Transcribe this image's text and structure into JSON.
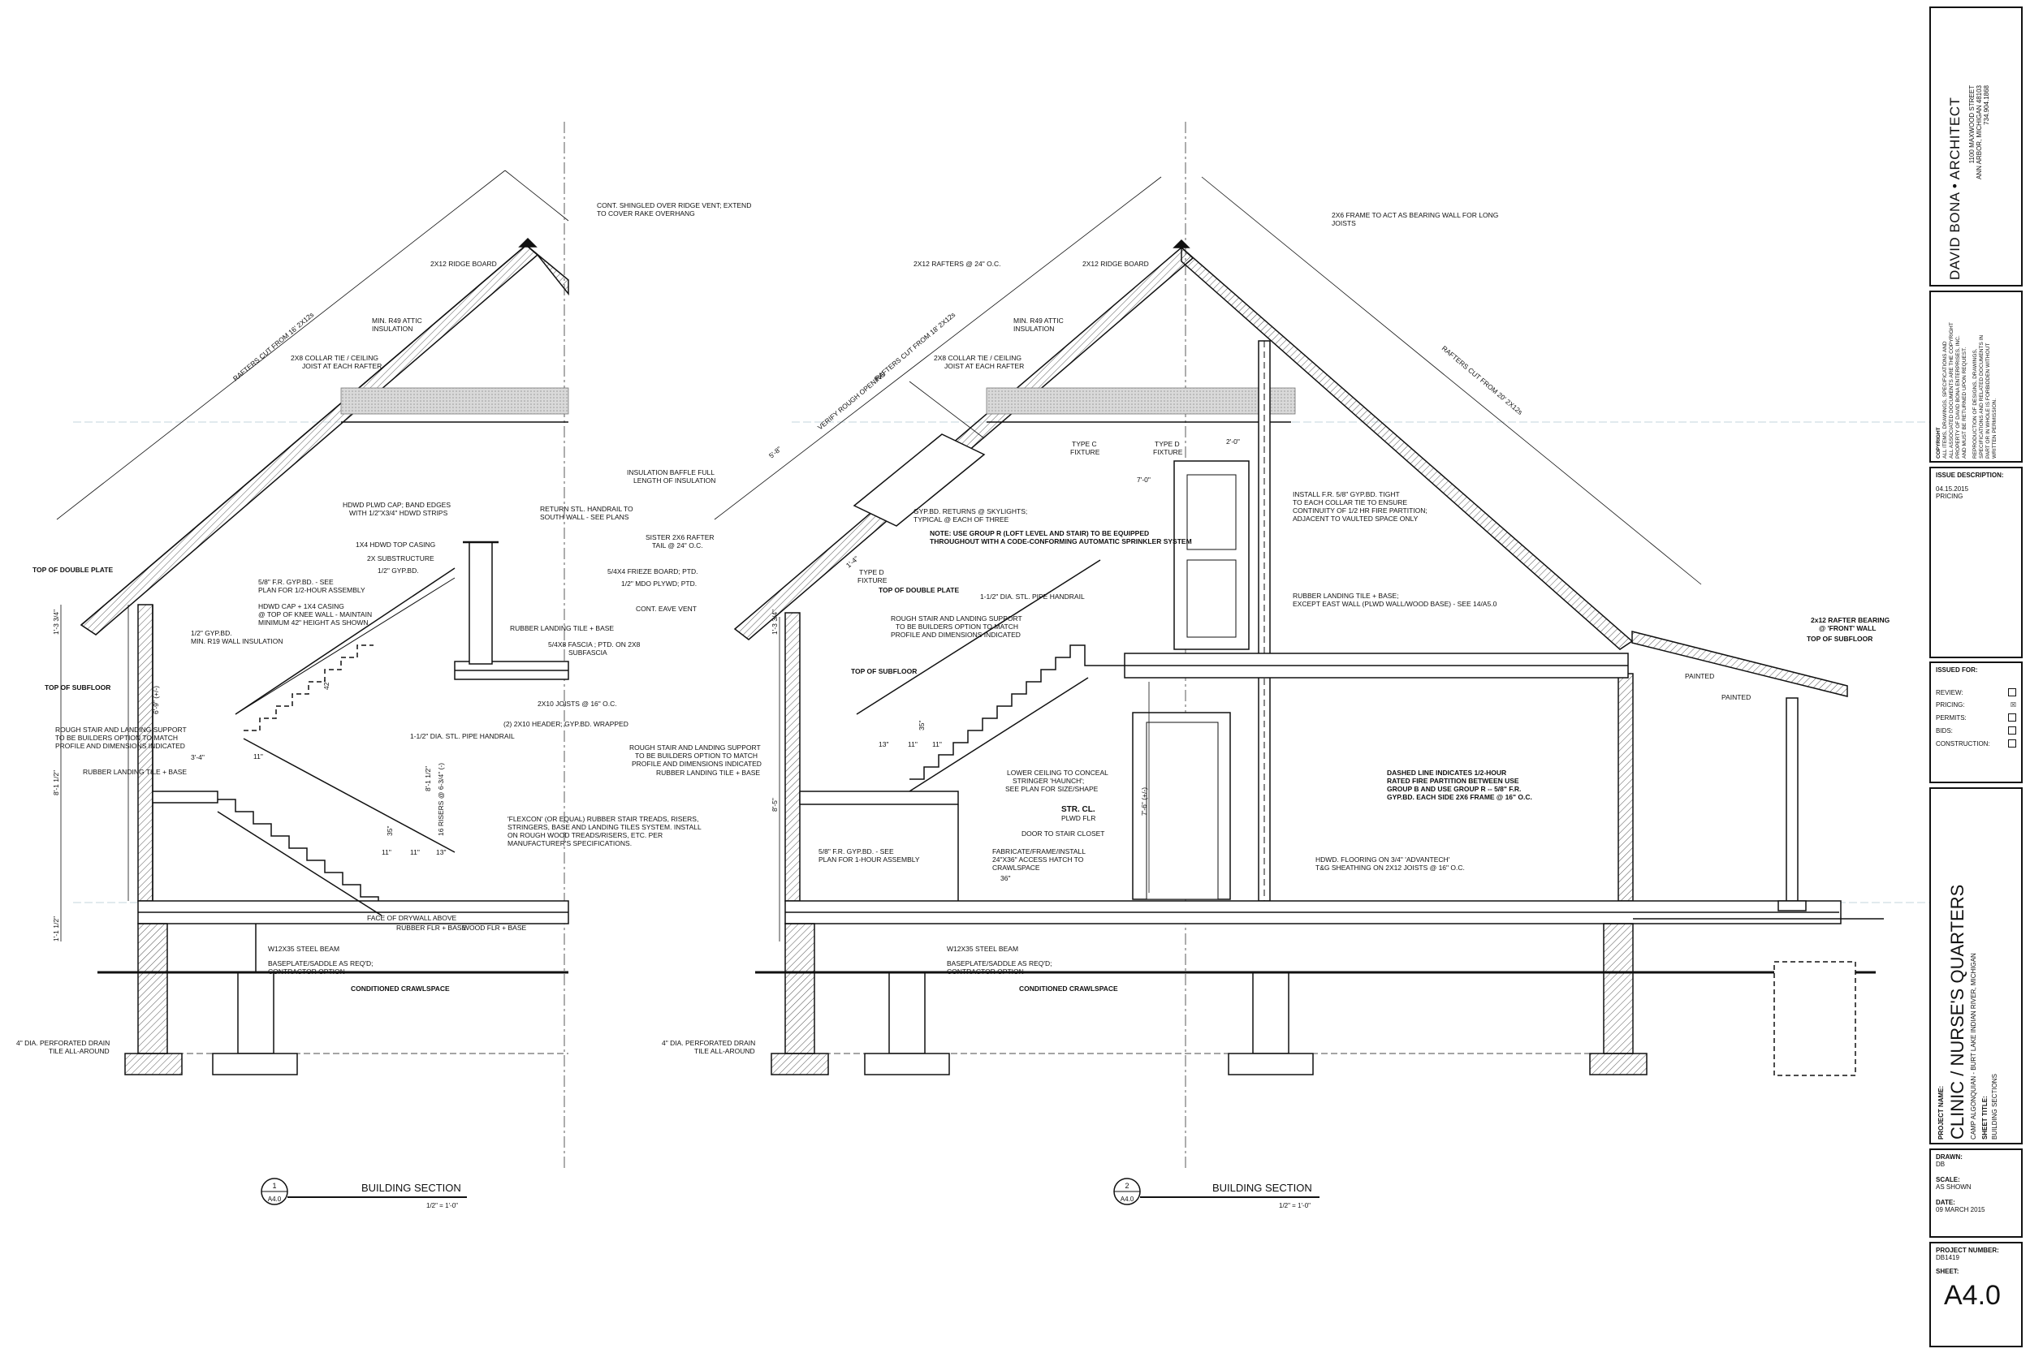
{
  "architect": {
    "name": "DAVID BONA • ARCHITECT",
    "street": "1100 MAXWOOD STREET",
    "city": "ANN ARBOR, MICHIGAN  48103",
    "phone": "734.904.1868"
  },
  "copyright": {
    "heading": "COPYRIGHT",
    "lines": [
      "ALL ITEMS, DRAWINGS, SPECIFICATIONS AND",
      "ALL ASSOCIATED DOCUMENTS ARE THE COPYRIGHT",
      "PROPERTY OF DAVID BONA ENTERPRISES, INC.",
      "AND MUST BE RETURNED UPON REQUEST.",
      "REPRODUCTION OF DESIGNS, DRAWINGS,",
      "SPECIFICATIONS AND RELATED DOCUMENTS IN",
      "PART OR IN WHOLE IS FORBIDDEN WITHOUT",
      "WRITTEN PERMISSION."
    ]
  },
  "issue": {
    "heading": "ISSUE DESCRIPTION:",
    "date": "04.15.2015",
    "desc": "PRICING"
  },
  "issued_for": {
    "heading": "ISSUED FOR:",
    "items": [
      {
        "label": "REVIEW:",
        "mark": ""
      },
      {
        "label": "PRICING:",
        "mark": "☒"
      },
      {
        "label": "PERMITS:",
        "mark": ""
      },
      {
        "label": "BIDS:",
        "mark": ""
      },
      {
        "label": "CONSTRUCTION:",
        "mark": ""
      }
    ]
  },
  "project": {
    "name_label": "PROJECT NAME:",
    "name": "CLINIC / NURSE'S QUARTERS",
    "location": "CAMP ALGONQUIAN - BURT LAKE   INDIAN RIVER, MICHIGAN",
    "sheet_title_label": "SHEET TITLE:",
    "sheet_title": "BUILDING SECTIONS"
  },
  "info": {
    "drawn_label": "DRAWN:",
    "drawn": "DB",
    "scale_label": "SCALE:",
    "scale": "AS SHOWN",
    "date_label": "DATE:",
    "date": "09 MARCH 2015"
  },
  "sheet_info": {
    "number_label": "PROJECT NUMBER:",
    "number": "DB1419",
    "sheet_label": "SHEET:",
    "sheet": "A4.0"
  },
  "sections": [
    {
      "num": "1",
      "ref": "A4.0",
      "title": "BUILDING SECTION",
      "scale": "1/2\" = 1'-0\""
    },
    {
      "num": "2",
      "ref": "A4.0",
      "title": "BUILDING SECTION",
      "scale": "1/2\" = 1'-0\""
    }
  ],
  "section1": {
    "ridge_note": [
      "CONT. SHINGLED OVER RIDGE VENT; EXTEND",
      "TO COVER RAKE OVERHANG"
    ],
    "ridge_board": "2X12 RIDGE BOARD",
    "rafters": "RAFTERS CUT FROM 16' 2X12s",
    "insulation": [
      "MIN. R49 ATTIC",
      "INSULATION"
    ],
    "collar": [
      "2X8 COLLAR TIE / CEILING",
      "JOIST AT EACH RAFTER"
    ],
    "hdwd_cap": [
      "HDWD PLWD CAP; BAND EDGES",
      "WITH 1/2\"X3/4\" HDWD STRIPS"
    ],
    "return_rail": [
      "RETURN STL. HANDRAIL TO",
      "SOUTH WALL - SEE PLANS"
    ],
    "casing": "1X4 HDWD TOP CASING",
    "substructure": "2X SUBSTRUCTURE",
    "gypbd": "1/2\" GYP.BD.",
    "top_double_plate": "TOP OF DOUBLE PLATE",
    "fr_gyp": [
      "5/8\" F.R. GYP.BD. - SEE",
      "PLAN FOR 1/2-HOUR ASSEMBLY"
    ],
    "knee_cap": [
      "HDWD CAP + 1X4 CASING",
      "@ TOP OF KNEE WALL - MAINTAIN",
      "MINIMUM 42\" HEIGHT AS SHOWN"
    ],
    "wall_gyp": "1/2\" GYP.BD.",
    "wall_ins": "MIN. R19 WALL INSULATION",
    "landing_tile": "RUBBER LANDING TILE + BASE",
    "subfascia": [
      "5/4X8 FASCIA ; PTD. ON 2X8",
      "SUBFASCIA"
    ],
    "top_subfloor": "TOP OF SUBFLOOR",
    "joists": "2X10 JOISTS @ 16\" O.C.",
    "header": "(2) 2X10 HEADER; GYP.BD. WRAPPED",
    "rough_stair": [
      "ROUGH STAIR AND LANDING SUPPORT",
      "TO BE BUILDERS OPTION TO MATCH",
      "PROFILE AND DIMENSIONS INDICATED"
    ],
    "pipe_rail": "1-1/2\" DIA. STL. PIPE HANDRAIL",
    "landing_tile2": "RUBBER LANDING TILE + BASE",
    "flexcon": [
      "'FLEXCON' (OR EQUAL) RUBBER STAIR TREADS, RISERS,",
      "STRINGERS, BASE AND LANDING TILES SYSTEM.  INSTALL",
      "ON ROUGH WOOD TREADS/RISERS, ETC. PER",
      "MANUFACTURER'S SPECIFICATIONS."
    ],
    "risers": "16 RISERS @ 6-3/4\" (-)",
    "drywall": "FACE OF DRYWALL ABOVE",
    "floor_trans": [
      "RUBBER FLR + BASE",
      "WOOD FLR + BASE"
    ],
    "beam": "W12X35 STEEL BEAM",
    "baseplate": [
      "BASEPLATE/SADDLE AS REQ'D;",
      "CONTRACTOR OPTION"
    ],
    "crawl": "CONDITIONED CRAWLSPACE",
    "drain": [
      "4\" DIA. PERFORATED DRAIN",
      "TILE ALL-AROUND"
    ],
    "dims": [
      "1'-3 3/4\"",
      "6'-9\" (+/-)",
      "8'-1 1/2\"",
      "8'-1 1/2\"",
      "1'-1 1/2\"",
      "3'-4\"",
      "11\"",
      "42\"",
      "11\"",
      "11\"",
      "13\"",
      "35\""
    ]
  },
  "section2": {
    "rafters_24": "2X12 RAFTERS @ 24\" O.C.",
    "ridge_board": "2X12 RIDGE BOARD",
    "bearing_wall": [
      "2X6 FRAME TO ACT AS BEARING WALL FOR LONG",
      "JOISTS"
    ],
    "rafters_cut_left": "RAFTERS CUT FROM 18' 2X12s",
    "rafters_cut_right": "RAFTERS CUT FROM 20' 2X12s",
    "insulation": [
      "MIN. R49 ATTIC",
      "INSULATION"
    ],
    "collar": [
      "2X8 COLLAR TIE / CEILING",
      "JOIST AT EACH RAFTER"
    ],
    "verify": "VERIFY ROUGH OPENING",
    "type_c": [
      "TYPE C",
      "FIXTURE"
    ],
    "type_d": [
      "TYPE D",
      "FIXTURE"
    ],
    "type_d2": [
      "TYPE D",
      "FIXTURE"
    ],
    "dim_20": "2'-0\"",
    "dim_70": "7'-0\"",
    "baffle": [
      "INSULATION BAFFLE FULL",
      "LENGTH OF INSULATION"
    ],
    "gyp_returns": [
      "GYP.BD. RETURNS @ SKYLIGHTS;",
      "TYPICAL @ EACH OF THREE"
    ],
    "sprinkler": [
      "NOTE: USE GROUP R (LOFT LEVEL AND STAIR) TO BE EQUIPPED",
      "THROUGHOUT WITH A CODE-CONFORMING AUTOMATIC SPRINKLER SYSTEM"
    ],
    "sister": [
      "SISTER 2X6 RAFTER",
      "TAIL @ 24\" O.C."
    ],
    "frieze": "5/4X4 FRIEZE BOARD; PTD.",
    "mdo": "1/2\" MDO PLYWD; PTD.",
    "eave_vent": "CONT. EAVE VENT",
    "top_double_plate": "TOP OF DOUBLE PLATE",
    "pipe_rail": "1-1/2\" DIA. STL. PIPE HANDRAIL",
    "rough_stair_top": [
      "ROUGH STAIR AND LANDING SUPPORT",
      "TO BE BUILDERS OPTION TO MATCH",
      "PROFILE AND DIMENSIONS INDICATED"
    ],
    "top_subfloor": "TOP OF SUBFLOOR",
    "collar_tie": [
      "INSTALL F.R. 5/8\" GYP.BD. TIGHT",
      "TO EACH COLLAR TIE TO ENSURE",
      "CONTINUITY OF 1/2 HR FIRE PARTITION;",
      "ADJACENT TO VAULTED SPACE ONLY"
    ],
    "landing_tile_east": [
      "RUBBER LANDING TILE + BASE;",
      "EXCEPT EAST WALL (PLWD WALL/WOOD BASE) - SEE 14/A5.0"
    ],
    "rafter_bearing": [
      "2x12 RAFTER BEARING",
      "@ 'FRONT' WALL"
    ],
    "top_subfloor_right": "TOP OF SUBFLOOR",
    "painted1": "PAINTED",
    "painted2": "PAINTED",
    "rough_stair_mid": [
      "ROUGH STAIR AND LANDING SUPPORT",
      "TO BE BUILDERS OPTION TO MATCH",
      "PROFILE AND DIMENSIONS INDICATED"
    ],
    "landing_tile": "RUBBER LANDING TILE + BASE",
    "lower_ceiling": [
      "LOWER CEILING TO CONCEAL",
      "STRINGER 'HAUNCH';",
      "SEE PLAN FOR SIZE/SHAPE"
    ],
    "fire_partition": [
      "DASHED LINE INDICATES 1/2-HOUR",
      "RATED FIRE PARTITION BETWEEN USE",
      "GROUP B AND USE GROUP R -- 5/8\" F.R.",
      "GYP.BD. EACH SIDE 2X6 FRAME @ 16\" O.C."
    ],
    "str_cl": "STR. CL.",
    "plwd_flr": "PLWD FLR",
    "door_closet": "DOOR TO STAIR CLOSET",
    "fr_gyp": [
      "5/8\" F.R. GYP.BD. - SEE",
      "PLAN FOR 1-HOUR ASSEMBLY"
    ],
    "hatch": [
      "FABRICATE/FRAME/INSTALL",
      "24\"X36\" ACCESS HATCH TO",
      "CRAWLSPACE"
    ],
    "hdwd_floor": [
      "HDWD. FLOORING ON 3/4\" 'ADVANTECH'",
      "T&G SHEATHING ON 2X12 JOISTS @ 16\" O.C."
    ],
    "beam": "W12X35 STEEL BEAM",
    "baseplate": [
      "BASEPLATE/SADDLE AS REQ'D;",
      "CONTRACTOR OPTION"
    ],
    "crawl": "CONDITIONED CRAWLSPACE",
    "drain": [
      "4\" DIA. PERFORATED DRAIN",
      "TILE ALL-AROUND"
    ],
    "dims": [
      "1'-3 3/4\"",
      "8'-5\"",
      "5'-8\"",
      "1'-4\"",
      "13\"",
      "11\"",
      "11\"",
      "35\"",
      "36\"",
      "7'-6\" (+/-)"
    ]
  }
}
